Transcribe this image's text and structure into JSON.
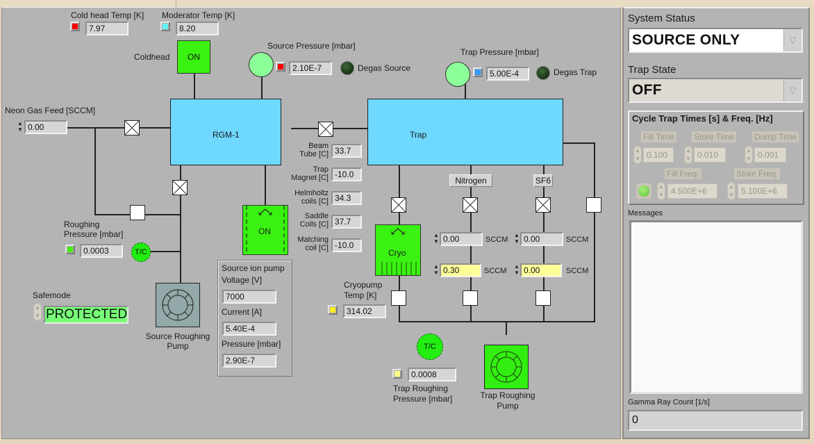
{
  "colors": {
    "vessel": "#6fd8ff",
    "green_on": "#3af211",
    "gauge_green": "#8cff98",
    "led_red": "#ff0000",
    "led_cyan": "#5ff5f5",
    "led_blue": "#3399ff",
    "led_green": "#44ee11",
    "led_yellow": "#ffee22",
    "led_light_yellow": "#ffff88",
    "setpoint_yellow": "#ffff99",
    "safemode_green": "#77ff77"
  },
  "coldhead_temp": {
    "label": "Cold head Temp [K]",
    "value": "7.97"
  },
  "moderator_temp": {
    "label": "Moderator Temp [K]",
    "value": "8.20"
  },
  "coldhead": {
    "label": "Coldhead",
    "state": "ON"
  },
  "source_pressure": {
    "label": "Source Pressure [mbar]",
    "value": "2.10E-7",
    "degas_label": "Degas Source"
  },
  "trap_pressure": {
    "label": "Trap Pressure [mbar]",
    "value": "5.00E-4",
    "degas_label": "Degas Trap"
  },
  "neon_feed": {
    "label": "Neon Gas Feed [SCCM]",
    "value": "0.00"
  },
  "rgm": {
    "label": "RGM-1"
  },
  "trap": {
    "label": "Trap"
  },
  "temperatures": [
    {
      "label_line1": "Beam",
      "label_line2": "Tube [C]",
      "value": "33.7"
    },
    {
      "label_line1": "Trap",
      "label_line2": "Magnet [C]",
      "value": "-10.0"
    },
    {
      "label_line1": "Helmholtz",
      "label_line2": "coils [C]",
      "value": "34.3"
    },
    {
      "label_line1": "Saddle",
      "label_line2": "Coils [C]",
      "value": "37.7"
    },
    {
      "label_line1": "Matching",
      "label_line2": "coil [C]",
      "value": "-10.0"
    }
  ],
  "ion_pump_valve": {
    "state": "ON"
  },
  "ion_pump": {
    "title": "Source ion pump",
    "voltage_label": "Voltage [V]",
    "voltage": "7000",
    "current_label": "Current [A]",
    "current": "5.40E-4",
    "pressure_label": "Pressure [mbar]",
    "pressure": "2.90E-7"
  },
  "roughing": {
    "label_line1": "Roughing",
    "label_line2": "Pressure [mbar]",
    "value": "0.0003",
    "tc_label": "T/C"
  },
  "safemode": {
    "label": "Safemode",
    "value": "PROTECTED"
  },
  "source_pump": {
    "label_line1": "Source Roughing",
    "label_line2": "Pump"
  },
  "cryo": {
    "label": "Cryo",
    "temp_label_line1": "Cryopump",
    "temp_label_line2": "Temp [K]",
    "temp": "314.02"
  },
  "gases": [
    {
      "button": "Nitrogen",
      "flow": "0.00",
      "setpoint": "0.30",
      "unit": "SCCM"
    },
    {
      "button": "SF6",
      "flow": "0.00",
      "setpoint": "0.00",
      "unit": "SCCM"
    }
  ],
  "trap_roughing": {
    "tc_label": "T/C",
    "value": "0.0008",
    "label_line1": "Trap Roughing",
    "label_line2": "Pressure [mbar]",
    "pump_line1": "Trap Roughing",
    "pump_line2": "Pump"
  },
  "sidebar": {
    "system_status_label": "System Status",
    "system_status": "SOURCE ONLY",
    "trap_state_label": "Trap State",
    "trap_state": "OFF",
    "cycle_title": "Cycle Trap Times [s] & Freq. [Hz]",
    "fill_time_label": "Fill Time",
    "fill_time": "0.100",
    "store_time_label": "Store Time",
    "store_time": "0.010",
    "dump_time_label": "Dump Time",
    "dump_time": "0.001",
    "fill_freq_label": "Fill Freq.",
    "fill_freq": "4.500E+6",
    "store_freq_label": "Store Freq.",
    "store_freq": "5.100E+6",
    "messages_label": "Messages",
    "messages": "",
    "gamma_label": "Gamma Ray Count [1/s]",
    "gamma": "0"
  }
}
